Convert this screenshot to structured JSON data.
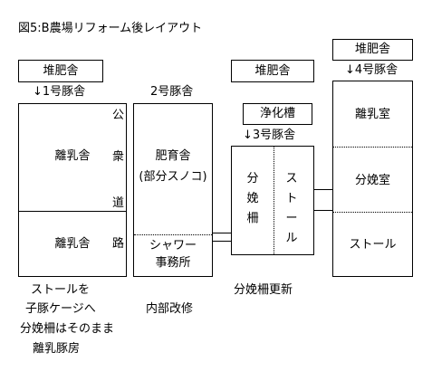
{
  "title": "図5:B農場リフォーム後レイアウト",
  "manure_sheds": [
    "堆肥舎",
    "堆肥舎",
    "堆肥舎"
  ],
  "barn1": {
    "header": "↓1号豚舎",
    "upper": "離乳舎",
    "lower": "離乳舎"
  },
  "road": [
    "公",
    "衆",
    "道",
    "路"
  ],
  "barn2": {
    "header": "2号豚舎",
    "main_line1": "肥育舎",
    "main_line2": "(部分スノコ)",
    "bottom_line1": "シャワー",
    "bottom_line2": "事務所"
  },
  "septic": "浄化槽",
  "barn3": {
    "header": "↓3号豚舎",
    "left": [
      "分",
      "娩",
      "柵"
    ],
    "right": [
      "ス",
      "ト",
      "ー",
      "ル"
    ]
  },
  "barn4": {
    "header": "↓4号豚舎",
    "top": "離乳室",
    "middle": "分娩室",
    "bottom": "ストール"
  },
  "notes": {
    "barn1": [
      "ストールを",
      "子豚ケージへ",
      "分娩柵はそのまま",
      "離乳豚房"
    ],
    "barn2": "内部改修",
    "barn3": "分娩柵更新"
  }
}
